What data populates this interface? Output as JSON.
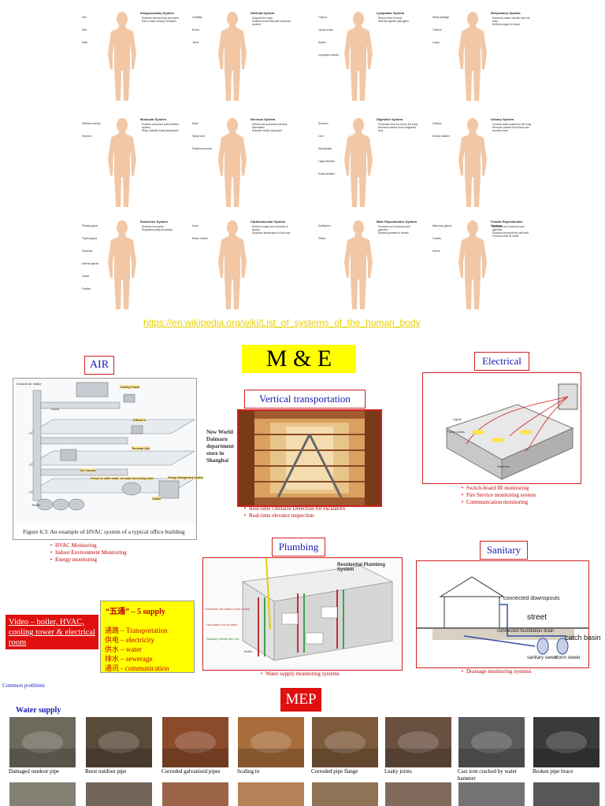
{
  "body_systems": {
    "left_column": [
      {
        "title": "Integumentary System",
        "bullets": [
          "Encloses internal body structures",
          "Site of many sensory receptors"
        ],
        "labels": [
          "Hair",
          "Skin",
          "Nails"
        ]
      },
      {
        "title": "Skeletal System",
        "bullets": [
          "Supports the body",
          "Enables movement (with muscular system)"
        ],
        "labels": [
          "Cartilage",
          "Bones",
          "Joints"
        ]
      },
      {
        "title": "Muscular System",
        "bullets": [
          "Enables movement (with skeletal system)",
          "Helps maintain body temperature"
        ],
        "labels": [
          "Skeletal muscles",
          "Tendons"
        ]
      },
      {
        "title": "Nervous System",
        "bullets": [
          "Detects and processes sensory information",
          "Activates bodily responses"
        ],
        "labels": [
          "Brain",
          "Spinal cord",
          "Peripheral nerves"
        ]
      },
      {
        "title": "Endocrine System",
        "bullets": [
          "Secretes hormones",
          "Regulates bodily processes"
        ],
        "labels": [
          "Pituitary gland",
          "Thyroid gland",
          "Pancreas",
          "Adrenal glands",
          "Testes",
          "Ovaries"
        ]
      },
      {
        "title": "Cardiovascular System",
        "bullets": [
          "Delivers oxygen and nutrients to tissues",
          "Equalizes temperature in the body"
        ],
        "labels": [
          "Heart",
          "Blood vessels"
        ]
      }
    ],
    "right_column": [
      {
        "title": "Lymphatic System",
        "bullets": [
          "Returns fluid to blood",
          "Defends against pathogens"
        ],
        "labels": [
          "Thymus",
          "Lymph nodes",
          "Spleen",
          "Lymphatic vessels"
        ]
      },
      {
        "title": "Respiratory System",
        "bullets": [
          "Removes carbon dioxide from the body",
          "Delivers oxygen to blood"
        ],
        "labels": [
          "Nasal passage",
          "Trachea",
          "Lungs"
        ]
      },
      {
        "title": "Digestive System",
        "bullets": [
          "Processes food for use by the body",
          "Removes wastes from undigested food"
        ],
        "labels": [
          "Stomach",
          "Liver",
          "Gall-bladder",
          "Large intestine",
          "Small intestine"
        ]
      },
      {
        "title": "Urinary System",
        "bullets": [
          "Controls water balance in the body",
          "Removes wastes from blood and excretes them"
        ],
        "labels": [
          "Kidneys",
          "Urinary bladder"
        ]
      },
      {
        "title": "Male Reproductive System",
        "bullets": [
          "Produces sex hormones and gametes",
          "Delivers gametes to female"
        ],
        "labels": [
          "Epididymis",
          "Testes"
        ]
      },
      {
        "title": "Female Reproductive System",
        "bullets": [
          "Produces sex hormones and gametes",
          "Supports embryo/fetus until birth",
          "Produces milk for infant"
        ],
        "labels": [
          "Mammary glands",
          "Ovaries",
          "Uterus"
        ]
      }
    ],
    "link": "https://en.wikipedia.org/wiki/List_of_systems_of_the_human_body"
  },
  "me_title": "M & E",
  "air": {
    "label": "AIR",
    "figure_caption": "Figure 6.3: An example of HVAC system of a typical office building",
    "diagram_labels": [
      "Outside Air Intake",
      "Cooling Tower",
      "Ducts",
      "Diffusers",
      "Terminal Unit",
      "Air Handler",
      "Pumps for chiller water, hot water and cooling tower",
      "Energy Management System",
      "Chiller",
      "Boiler"
    ],
    "bullets": [
      "HVAC Monitoring",
      "Indoor Environment Monitoring",
      "Energy monitoring"
    ]
  },
  "vertical": {
    "label": "Vertical transportation",
    "side_note": "New World Daimaru department store in Shanghai",
    "bullets": [
      "Real-time Obstacle Detection for escalators",
      "Real-time elevator inspection"
    ]
  },
  "electrical": {
    "label": "Electrical",
    "diagram_labels": [
      "Lights",
      "Power points",
      "Switches"
    ],
    "bullets": [
      "Switch-board IR monitoring",
      "Fire Service monitoring system",
      "Communication monitoring"
    ]
  },
  "plumbing": {
    "label": "Plumbing",
    "diagram_title": "Residential Plumbing System",
    "diagram_labels": [
      "Domestic hot water to the house",
      "Hot water out of boiler",
      "Sanitary Waste line out",
      "Boiler"
    ],
    "bullets": [
      "Water supply monitoring systems"
    ]
  },
  "sanitary": {
    "label": "Sanitary",
    "diagram_labels": [
      "connected downspouts",
      "street",
      "connected foundation drain",
      "catch basin",
      "sanitary sewer",
      "storm sewer"
    ],
    "bullets": [
      "Drainage monitoring systems"
    ]
  },
  "video_box": "Video – boiler, HVAC, cooling tower & electrical room",
  "supply": {
    "title": "“五通” – 5 supply",
    "items": [
      "通路 – Transportation",
      "供电 – electricity",
      "供水 – water",
      "排水 – sewerage",
      "通讯 - communication"
    ]
  },
  "common_problems": "Common problems",
  "mep": "MEP",
  "water_supply": "Water supply",
  "photos": [
    {
      "caption": "Damaged outdoor pipe",
      "color": "#6d6a5c"
    },
    {
      "caption": "Burst outdoor pipe",
      "color": "#5a4a3a"
    },
    {
      "caption": "Corroded galvanised pipes",
      "color": "#8b4a2a"
    },
    {
      "caption": "Scaling in",
      "color": "#a86d3a"
    },
    {
      "caption": "Corroded pipe flange",
      "color": "#7d5a3a"
    },
    {
      "caption": "Leaky joints",
      "color": "#6a5040"
    },
    {
      "caption": "Cast iron cracked by water hammer",
      "color": "#5a5a5a"
    },
    {
      "caption": "Broken pipe brace",
      "color": "#3a3a3a"
    }
  ],
  "colors": {
    "red": "#d02020",
    "blue_text": "#1a1ab0",
    "title_bg": "#ffff00",
    "bullet_red": "#c00000",
    "mep_bg": "#e01010"
  }
}
